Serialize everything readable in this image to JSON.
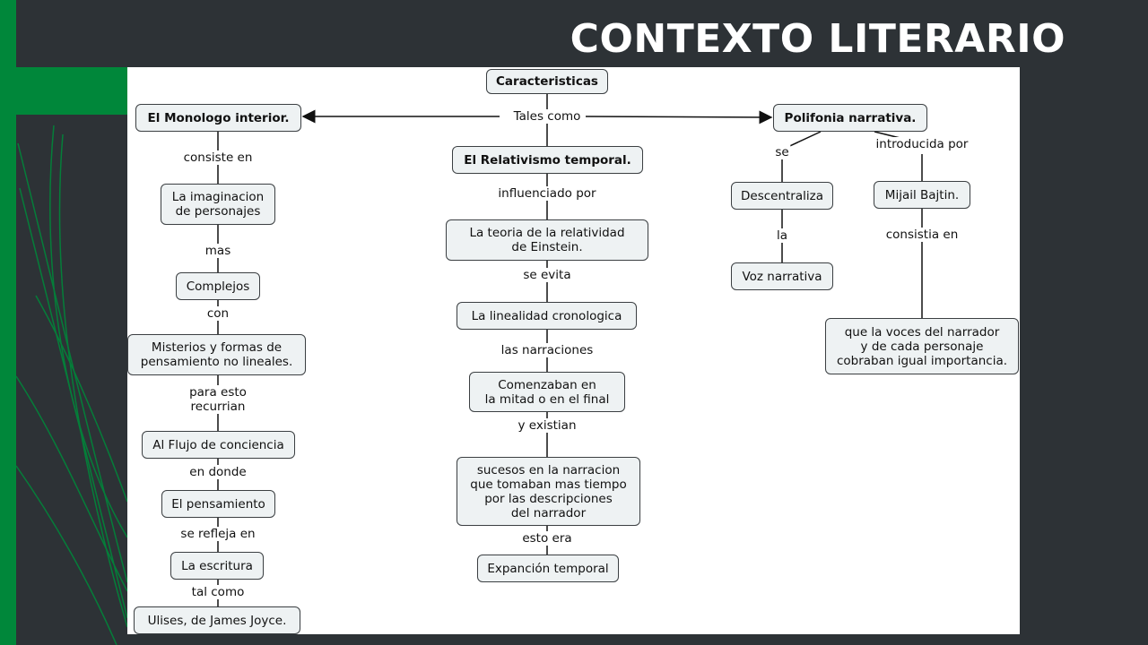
{
  "slide": {
    "title": "CONTEXTO LITERARIO",
    "colors": {
      "background": "#2d3236",
      "accent": "#00873a",
      "node_fill": "#eef2f3"
    }
  },
  "map": {
    "root": "Caracteristicas",
    "root_link": "Tales como",
    "left": {
      "head": "El Monologo interior.",
      "links": [
        "consiste en",
        "mas",
        "con",
        "para esto\nrecurrian",
        "en donde",
        "se refleja en",
        "tal como"
      ],
      "nodes": [
        "La imaginacion\nde personajes",
        "Complejos",
        "Misterios y formas de\npensamiento no lineales.",
        "Al Flujo de conciencia",
        "El pensamiento",
        "La escritura",
        "Ulises, de James Joyce."
      ]
    },
    "center": {
      "head": "El Relativismo temporal.",
      "links": [
        "influenciado por",
        "se evita",
        "las narraciones",
        "y existian",
        "esto era"
      ],
      "nodes": [
        "La teoria de la relatividad\nde Einstein.",
        "La linealidad cronologica",
        "Comenzaban en\nla mitad o en el final",
        "sucesos en la narracion\nque tomaban mas tiempo\npor las descripciones\ndel narrador",
        "Expanción temporal"
      ]
    },
    "right": {
      "head": "Polifonia narrativa.",
      "branch_a": {
        "link1": "se",
        "node1": "Descentraliza",
        "link2": "la",
        "node2": "Voz narrativa"
      },
      "branch_b": {
        "link1": "introducida por",
        "node1": "Mijail Bajtin.",
        "link2": "consistia en",
        "node2": "que  la voces del narrador\ny de cada personaje\ncobraban igual importancia."
      }
    }
  }
}
